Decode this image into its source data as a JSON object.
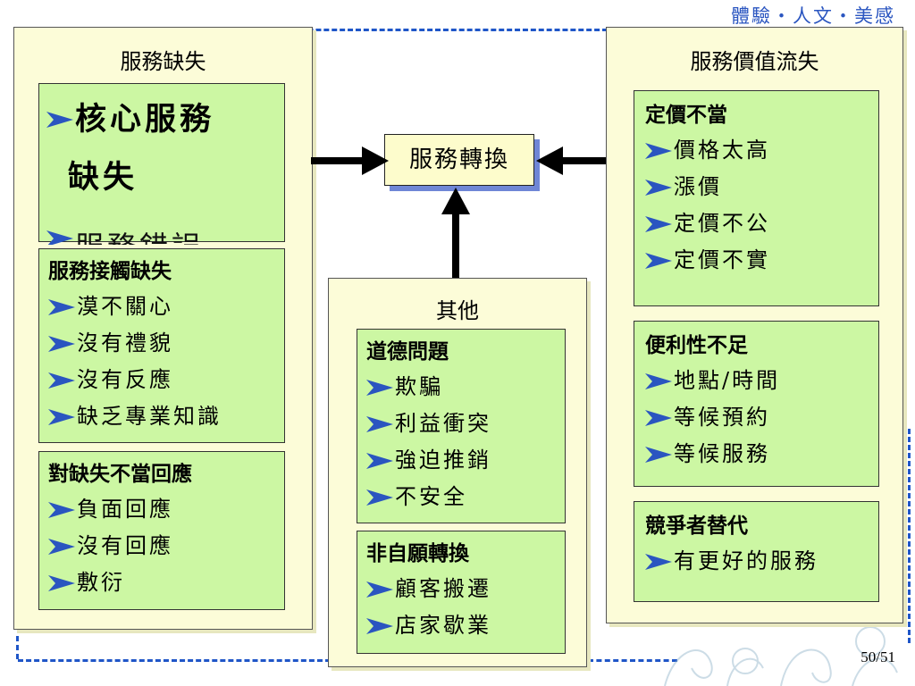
{
  "brand": "體驗・人文・美感",
  "page_number": "50/51",
  "center": {
    "label": "服務轉換"
  },
  "left": {
    "title": "服務缺失",
    "core": {
      "title": "核心服務缺失",
      "title_line1": "核心服務",
      "title_line2": "缺失",
      "overflow_item": "服務錯誤"
    },
    "contact": {
      "title": "服務接觸缺失",
      "items": [
        "漠不關心",
        "沒有禮貌",
        "沒有反應",
        "缺乏專業知識"
      ]
    },
    "response": {
      "title": "對缺失不當回應",
      "items": [
        "負面回應",
        "沒有回應",
        "敷衍"
      ]
    }
  },
  "middle": {
    "title": "其他",
    "ethics": {
      "title": "道德問題",
      "items": [
        "欺騙",
        "利益衝突",
        "強迫推銷",
        "不安全"
      ]
    },
    "involuntary": {
      "title": "非自願轉換",
      "items": [
        "顧客搬遷",
        "店家歇業"
      ]
    }
  },
  "right": {
    "title": "服務價值流失",
    "pricing": {
      "title": "定價不當",
      "items": [
        "價格太高",
        "漲價",
        "定價不公",
        "定價不實"
      ]
    },
    "convenience": {
      "title": "便利性不足",
      "items": [
        "地點/時間",
        "等候預約",
        "等候服務"
      ]
    },
    "competitor": {
      "title": "競爭者替代",
      "items": [
        "有更好的服務"
      ]
    }
  },
  "colors": {
    "dash": "#1f56c8",
    "panel": "#fcfcd8",
    "box": "#ccf7a3",
    "bullet": "#2a55c0",
    "center": "#fdfccc"
  }
}
